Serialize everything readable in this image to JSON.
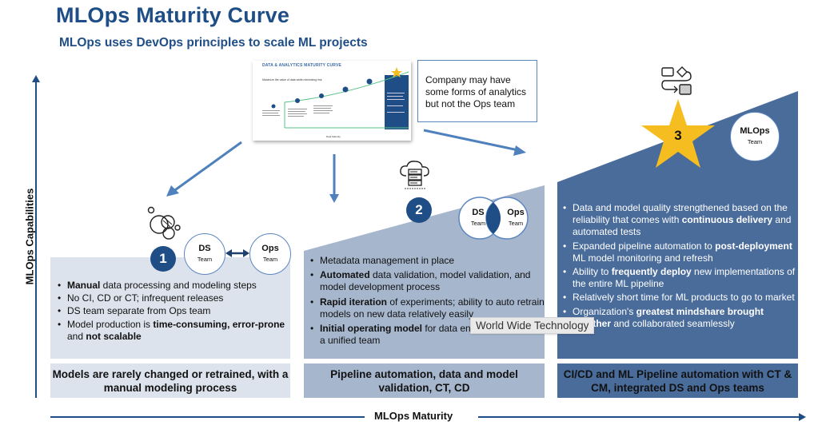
{
  "header": {
    "title": "MLOps Maturity Curve",
    "subtitle": "MLOps uses DevOps principles to scale ML projects"
  },
  "colors": {
    "title_blue": "#1f4e86",
    "stage1_bg": "#dde3ec",
    "stage2_bg": "#a6b6cd",
    "stage3_bg": "#4a6c9b",
    "star_gold": "#f5bd1f",
    "arrow_blue": "#4f81bd"
  },
  "axes": {
    "y_label": "MLOps Capabilities",
    "x_label": "MLOps Maturity"
  },
  "thumbnail": {
    "title": "DATA & ANALYTICS MATURITY CURVE",
    "subtitle": "Maximize the value of data while minimizing risk",
    "x_label": "Data Maturity"
  },
  "callout": {
    "text": "Company may have some forms of analytics but not the Ops team"
  },
  "stages": [
    {
      "number": "1",
      "icon": "bubbles-icon",
      "teams": [
        {
          "name": "DS",
          "sub": "Team"
        },
        {
          "name": "Ops",
          "sub": "Team"
        }
      ],
      "bullets": [
        {
          "bold": "Manual",
          "rest": " data processing and modeling steps"
        },
        {
          "pre": "No CI, CD or CT; infrequent releases"
        },
        {
          "pre": "DS team separate from Ops team"
        },
        {
          "pre": "Model production is ",
          "bold": "time-consuming, error-prone",
          "mid": " and ",
          "bold2": "not scalable"
        }
      ],
      "footer": "Models are rarely changed or retrained, with a manual modeling process"
    },
    {
      "number": "2",
      "icon": "cloud-server-icon",
      "teams": [
        {
          "name": "DS",
          "sub": "Team"
        },
        {
          "name": "Ops",
          "sub": "Team"
        }
      ],
      "bullets": [
        {
          "pre": "Metadata management in place"
        },
        {
          "bold": "Automated",
          "rest": " data validation, model validation, and model development process"
        },
        {
          "bold": "Rapid iteration",
          "rest": " of experiments; ability to auto retrain models on new data relatively easily"
        },
        {
          "bold": "Initial operating model",
          "rest": " for data engineers to act as a unified team"
        }
      ],
      "footer": "Pipeline automation, data and model validation, CT, CD"
    },
    {
      "number": "3",
      "icon": "workflow-icon",
      "teams": [
        {
          "name": "MLOps",
          "sub": "Team"
        }
      ],
      "bullets": [
        {
          "pre": "Data and model quality strengthened based on the reliability that comes with ",
          "bold": "continuous delivery",
          "rest": " and automated tests"
        },
        {
          "pre": "Expanded pipeline automation to ",
          "bold": "post-deployment",
          "rest": " ML model monitoring and refresh"
        },
        {
          "pre": "Ability to ",
          "bold": "frequently deploy",
          "rest": " new implementations of the entire ML pipeline"
        },
        {
          "pre": "Relatively short time for ML products to go to market"
        },
        {
          "pre": "Organization's ",
          "bold": "greatest mindshare brought together",
          "rest": " and collaborated seamlessly"
        }
      ],
      "footer": "CI/CD and ML Pipeline automation with CT & CM, integrated DS and Ops teams"
    }
  ],
  "tooltip": {
    "text": "World Wide Technology"
  }
}
